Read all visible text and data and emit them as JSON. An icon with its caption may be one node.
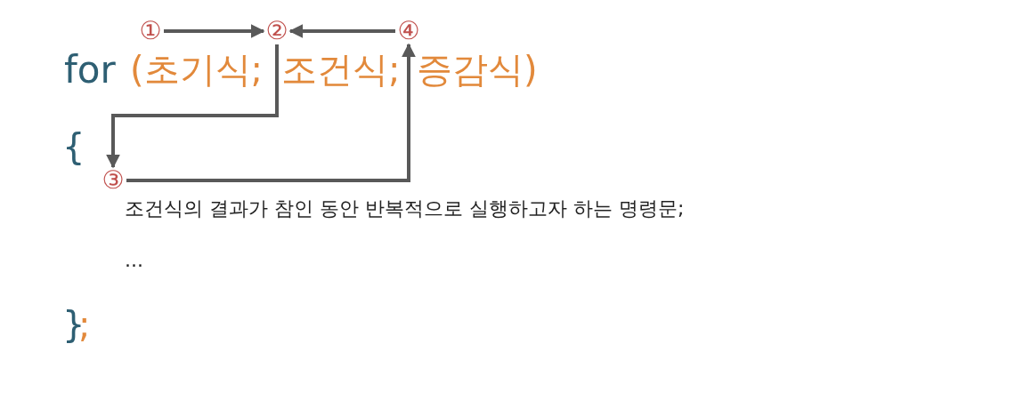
{
  "diagram": {
    "nodes": [
      {
        "text": [
          "①"
        ]
      },
      {
        "text": [
          "②"
        ]
      },
      {
        "text": [
          "③"
        ]
      },
      {
        "text": [
          "④"
        ]
      }
    ],
    "edges": [
      {
        "from": 0,
        "to": 1,
        "arrow": "to"
      },
      {
        "from": 3,
        "to": 1,
        "arrow": "to"
      },
      {
        "from": 1,
        "to": 2,
        "arrow": "to"
      },
      {
        "from": 2,
        "to": 3,
        "arrow": "to"
      }
    ],
    "labels": [
      "for",
      "(초기식;",
      "조건식;",
      "증감식)",
      "{",
      "조건식의 결과가 참인 동안 반복적으로 실행하고자 하는 명령문;",
      "...",
      "}",
      ";"
    ]
  }
}
